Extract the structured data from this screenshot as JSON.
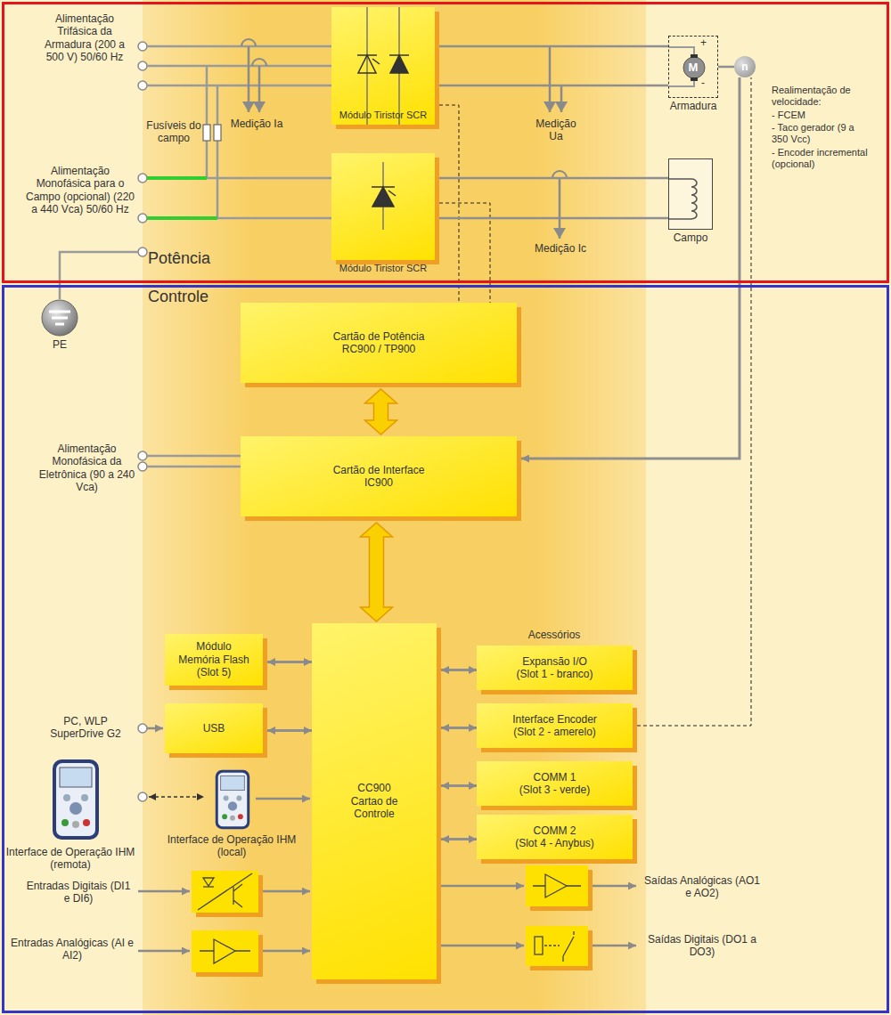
{
  "diagram": {
    "nodes": [
      {
        "text": [
          "Potência"
        ]
      },
      {
        "text": [
          "Controle"
        ]
      },
      {
        "text": [
          "Módulo Tiristor SCR"
        ],
        "in": 0
      },
      {
        "text": [
          "Módulo Tiristor SCR"
        ],
        "in": 0
      },
      {
        "text": [
          "M",
          "Armadura"
        ],
        "in": 0
      },
      {
        "text": [
          "Campo"
        ],
        "in": 0
      },
      {
        "text": [
          "n"
        ],
        "in": 0
      },
      {
        "text": [
          "Cartão de Potência",
          "RC900 / TP900"
        ],
        "in": 1
      },
      {
        "text": [
          "Cartão de Interface",
          "IC900"
        ],
        "in": 1
      },
      {
        "text": [
          "Módulo Memória Flash",
          "(Slot 5)"
        ],
        "in": 1
      },
      {
        "text": [
          "USB"
        ],
        "in": 1
      },
      {
        "text": [
          "CC900 Cartao de Controle"
        ],
        "in": 1
      },
      {
        "text": [
          "Expansão I/O",
          "(Slot 1 - branco)"
        ],
        "in": 1
      },
      {
        "text": [
          "Interface Encoder",
          "(Slot 2 - amerelo)"
        ],
        "in": 1
      },
      {
        "text": [
          "COMM 1",
          "(Slot 3 - verde)"
        ],
        "in": 1
      },
      {
        "text": [
          "COMM 2",
          "(Slot 4 - Anybus)"
        ],
        "in": 1
      }
    ],
    "edges": [
      {
        "from": 7,
        "to": 8,
        "arrow": "both"
      },
      {
        "from": 8,
        "to": 11,
        "arrow": "both"
      },
      {
        "from": 9,
        "to": 11,
        "arrow": "both"
      },
      {
        "from": 10,
        "to": 11,
        "arrow": "both"
      },
      {
        "from": 11,
        "to": 12,
        "arrow": "both"
      },
      {
        "from": 11,
        "to": 13,
        "arrow": "both"
      },
      {
        "from": 11,
        "to": 14,
        "arrow": "both"
      },
      {
        "from": 11,
        "to": 15,
        "arrow": "both"
      },
      {
        "from": 6,
        "to": 8,
        "arrow": "to"
      },
      {
        "from": 13,
        "to": 6,
        "arrow": "none"
      },
      {
        "from": 2,
        "to": 7,
        "arrow": "none"
      },
      {
        "from": 3,
        "to": 7,
        "arrow": "none"
      },
      {
        "from": 2,
        "to": 4,
        "arrow": "none"
      },
      {
        "from": 2,
        "to": 4,
        "arrow": "none"
      },
      {
        "from": 3,
        "to": 5,
        "arrow": "none"
      },
      {
        "from": 3,
        "to": 5,
        "arrow": "none"
      },
      {
        "from": 4,
        "to": 6,
        "arrow": "none"
      }
    ],
    "labels": [
      "Alimentação Trifásica da Armadura (200 a 500 V) 50/60 Hz",
      "Fusíveis do campo",
      "Medição Ia",
      "Medição Ua",
      "Alimentação Monofásica para o Campo (opcional) (220 a 440 Vca) 50/60 Hz",
      "Medição Ic",
      "Realimentação de velocidade:",
      "- FCEM",
      "- Taco gerador (9 a 350 Vcc)",
      "- Encoder incremental (opcional)",
      "+",
      "-",
      "PE",
      "Alimentação Monofásica da Eletrônica (90 a 240 Vca)",
      "Acessórios",
      "PC, WLP SuperDrive G2",
      "Interface de Operação IHM (remota)",
      "Interface de Operação IHM (local)",
      "Entradas Digitais (DI1 e DI6)",
      "Entradas Analógicas (AI e AI2)",
      "Saídas Analógicas (AO1 e AO2)",
      "Saídas Digitais (DO1 a DO3)"
    ]
  }
}
